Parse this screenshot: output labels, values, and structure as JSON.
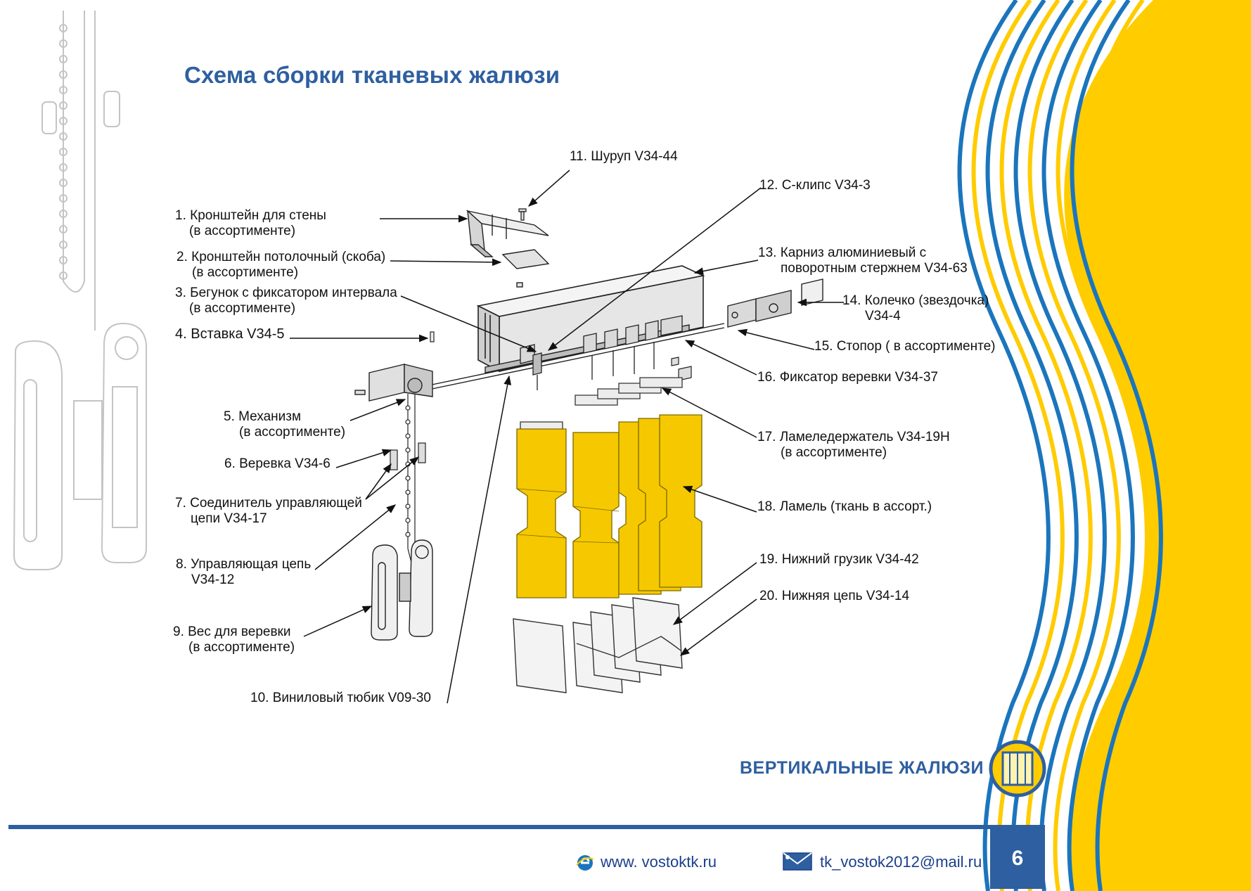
{
  "title": "Схема сборки тканевых жалюзи",
  "parts": [
    {
      "line1": "1. Кронштейн для стены",
      "line2": "(в ассортименте)"
    },
    {
      "line1": "2. Кронштейн потолочный (скоба)",
      "line2": "(в ассортименте)"
    },
    {
      "line1": "3. Бегунок с фиксатором интервала",
      "line2": "(в ассортименте)"
    },
    {
      "line1": "4. Вставка V34-5",
      "line2": ""
    },
    {
      "line1": "5. Механизм",
      "line2": "(в ассортименте)"
    },
    {
      "line1": "6. Веревка V34-6",
      "line2": ""
    },
    {
      "line1": "7. Соединитель управляющей",
      "line2": "цепи V34-17"
    },
    {
      "line1": "8. Управляющая цепь",
      "line2": "V34-12"
    },
    {
      "line1": "9. Вес для веревки",
      "line2": "(в ассортименте)"
    },
    {
      "line1": "10. Виниловый тюбик V09-30",
      "line2": ""
    },
    {
      "line1": "11. Шуруп V34-44",
      "line2": ""
    },
    {
      "line1": "12. С-клипс V34-3",
      "line2": ""
    },
    {
      "line1": "13. Карниз алюминиевый с",
      "line2": "поворотным стержнем V34-63"
    },
    {
      "line1": "14. Колечко (звездочка)",
      "line2": "V34-4"
    },
    {
      "line1": "15. Стопор ( в ассортименте)",
      "line2": ""
    },
    {
      "line1": "16. Фиксатор веревки V34-37",
      "line2": ""
    },
    {
      "line1": "17. Ламеледержатель V34-19H",
      "line2": "(в ассортименте)"
    },
    {
      "line1": "18. Ламель (ткань в ассорт.)",
      "line2": ""
    },
    {
      "line1": "19. Нижний грузик V34-42",
      "line2": ""
    },
    {
      "line1": "20. Нижняя цепь V34-14",
      "line2": ""
    }
  ],
  "brand": "ВЕРТИКАЛЬНЫЕ ЖАЛЮЗИ",
  "footer": {
    "website": "www. vostoktk.ru",
    "email": "tk_vostok2012@mail.ru",
    "page_number": "6"
  },
  "colors": {
    "accent_blue": "#2e5fa0",
    "wave_blue": "#1b75bc",
    "wave_yellow": "#ffcc00",
    "slat_yellow": "#f6c800"
  },
  "icons": [
    "blinds-icon",
    "browser-icon",
    "envelope-icon"
  ]
}
